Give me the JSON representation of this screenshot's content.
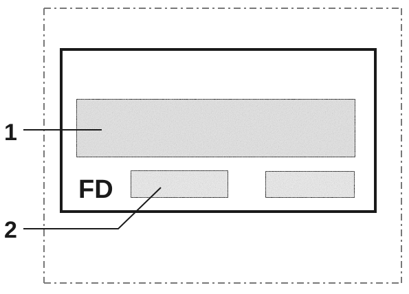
{
  "callouts": [
    {
      "number": "1"
    },
    {
      "number": "2"
    }
  ],
  "panel_label": "FD",
  "colors": {
    "ink": "#1a1a1a",
    "panel_fill": "#ffffff",
    "display_fill": "#e2e2e2",
    "field_fill": "#eaeaea",
    "frame_dash": "#777777"
  }
}
